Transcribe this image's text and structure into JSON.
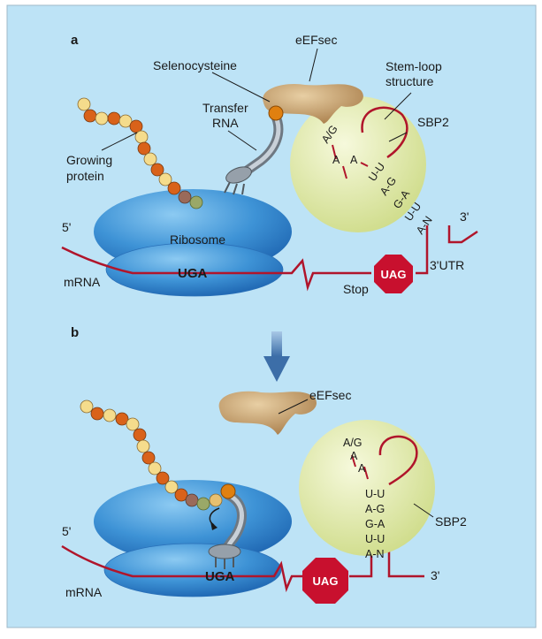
{
  "panel_a": {
    "label": "a",
    "eefsec": "eEFsec",
    "selenocysteine": "Selenocysteine",
    "stem_loop_1": "Stem-loop",
    "stem_loop_2": "structure",
    "transfer_rna_1": "Transfer",
    "transfer_rna_2": "RNA",
    "sbp2": "SBP2",
    "growing_protein_1": "Growing",
    "growing_protein_2": "protein",
    "ribosome": "Ribosome",
    "five_prime": "5'",
    "three_prime": "3'",
    "mrna": "mRNA",
    "uga": "UGA",
    "stop_codon": "UAG",
    "stop": "Stop",
    "three_utr": "3'UTR",
    "seq": {
      "ag": "A/G",
      "a1": "A",
      "a2": "A",
      "uu1": "U-U",
      "ag2": "A-G",
      "ga": "G-A",
      "uu2": "U-U",
      "an": "A-N"
    }
  },
  "panel_b": {
    "label": "b",
    "eefsec": "eEFsec",
    "sbp2": "SBP2",
    "five_prime": "5'",
    "three_prime": "3'",
    "mrna": "mRNA",
    "uga": "UGA",
    "stop_codon": "UAG",
    "seq": {
      "ag": "A/G",
      "a1": "A",
      "a2": "A",
      "uu1": "U-U",
      "ag2": "A-G",
      "ga": "G-A",
      "uu2": "U-U",
      "an": "A-N"
    }
  },
  "colors": {
    "background": "#bde3f6",
    "ribosome": "#3e93d6",
    "sbp2": "#e4eeb4",
    "eefsec": "#c8a46e",
    "mrna": "#b0152b",
    "stop": "#c8102e",
    "bead_orange": "#d9621a",
    "bead_cream": "#f5dc8c",
    "trna": "#8c96a0",
    "arrow": "#3c6ea8"
  }
}
